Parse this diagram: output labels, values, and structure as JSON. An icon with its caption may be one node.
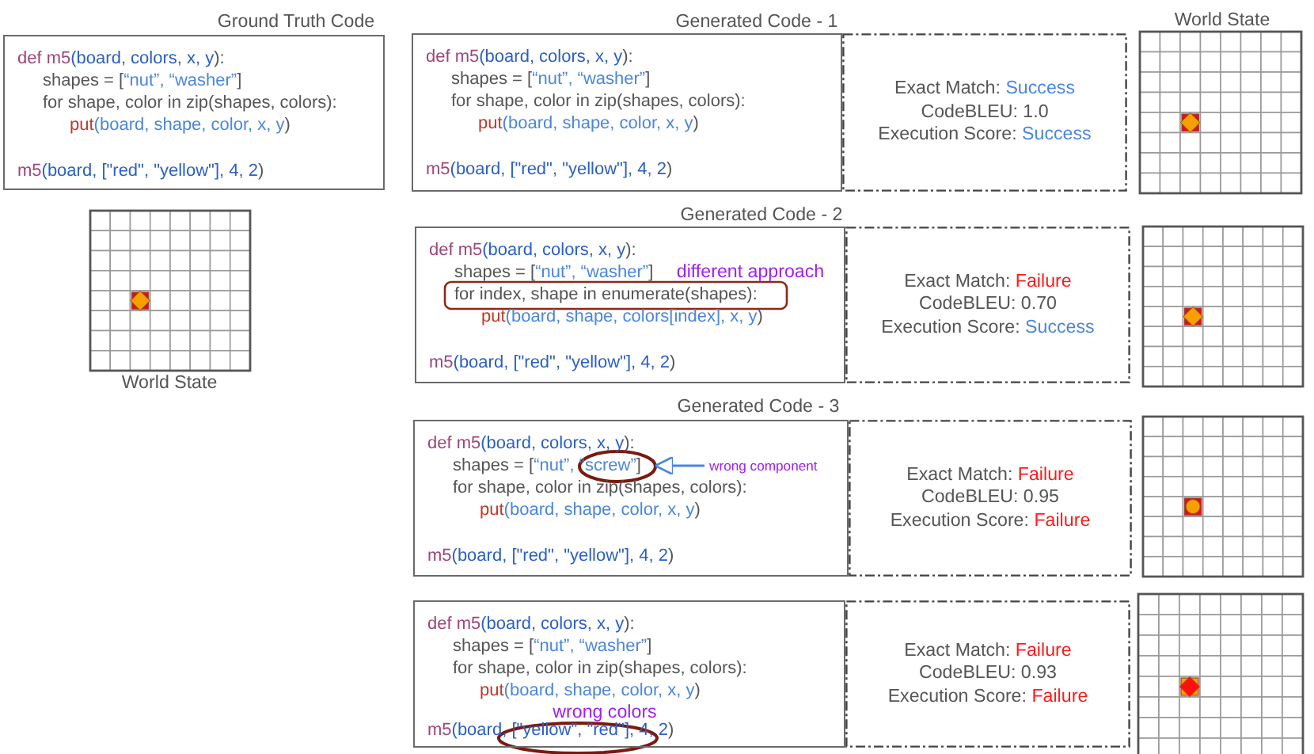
{
  "diagram": {
    "nodes": [
      {
        "text": [
          "def m5(board, colors, x, y):",
          "shapes = [“nut”, “washer”]",
          "for shape, color in zip(shapes, colors):",
          "put(board, shape, color, x, y)",
          "m5(board, [\"red\", \"yellow\"], 4, 2)"
        ]
      },
      {
        "text": [
          "def m5(board, colors, x, y):",
          "shapes = [“nut”, “washer”]",
          "for shape, color in zip(shapes, colors):",
          "put(board, shape, color, x, y)",
          "m5(board, [\"red\", \"yellow\"], 4, 2)"
        ]
      },
      {
        "text": [
          "Exact Match: Success",
          "CodeBLEU: 1.0",
          "Execution Score: Success"
        ]
      },
      {
        "text": [
          "def m5(board, colors, x, y):",
          "shapes = [“nut”, “washer”]",
          "for index, shape in enumerate(shapes):",
          "put(board, shape, colors[index], x, y)",
          "m5(board, [\"red\", \"yellow\"], 4, 2)"
        ]
      },
      {
        "text": [
          "Exact Match: Failure",
          "CodeBLEU: 0.70",
          "Execution Score: Success"
        ]
      },
      {
        "text": [
          "def m5(board, colors, x, y):",
          "shapes = [“nut”, “screw”]",
          "for shape, color in zip(shapes, colors):",
          "put(board, shape, color, x, y)",
          "m5(board, [\"red\", \"yellow\"], 4, 2)"
        ]
      },
      {
        "text": [],
        "shape": "ellipse",
        "in": 5
      },
      {
        "text": [
          "wrong component"
        ],
        "in": 5
      },
      {
        "text": [
          "Exact Match: Failure",
          "CodeBLEU: 0.95",
          "Execution Score: Failure"
        ]
      },
      {
        "text": [
          "def m5(board, colors, x, y):",
          "shapes = [“nut”, “washer”]",
          "for shape, color in zip(shapes, colors):",
          "put(board, shape, color, x, y)",
          "m5(board, [\"yellow\", \"red\"], 4, 2)"
        ]
      },
      {
        "text": [
          "Exact Match: Failure",
          "CodeBLEU: 0.93",
          "Execution Score: Failure"
        ]
      }
    ],
    "edges": [
      {
        "from": 7,
        "to": 6,
        "arrow": "to"
      }
    ],
    "labels": [
      "Ground Truth Code",
      "Generated Code - 1",
      "World State",
      "Generated Code - 2",
      "different approach",
      "World State",
      "Generated Code - 3",
      "wrong colors"
    ]
  }
}
